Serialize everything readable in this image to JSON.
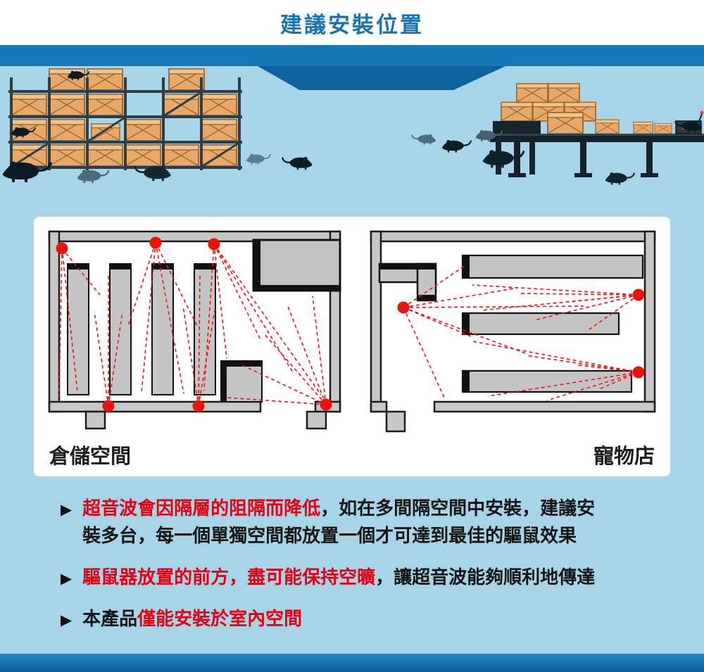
{
  "header": {
    "title": "建議安裝位置"
  },
  "floorplans": {
    "left_label": "倉儲空間",
    "right_label": "寵物店"
  },
  "bullets": [
    {
      "marker": "▶",
      "segments": [
        {
          "text": "超音波會因隔層的阻隔而降低",
          "tone": "red"
        },
        {
          "text": "，如在多間隔空間中安裝，建議安",
          "tone": "black"
        },
        {
          "text": "裝多台，每一個單獨空間都放置一個才可達到最佳的驅鼠效果",
          "tone": "black"
        }
      ]
    },
    {
      "marker": "▶",
      "segments": [
        {
          "text": "驅鼠器放置的前方，盡可能保持空曠",
          "tone": "red"
        },
        {
          "text": "，讓超音波能夠順利地傳達",
          "tone": "black"
        }
      ]
    },
    {
      "marker": "▶",
      "segments": [
        {
          "text": "本產品",
          "tone": "black"
        },
        {
          "text": "僅能安裝於室內空間",
          "tone": "red"
        }
      ]
    }
  ],
  "colors": {
    "title_blue": "#1573b6",
    "band_blue": "#1778b7",
    "band_trapezoid": "#0e639f",
    "background_blue": "#a7d5e7",
    "footer_gradient_top": "#2489c5",
    "footer_gradient_bottom": "#0b5c9b",
    "accent_red": "#e60012",
    "text_dark": "#151515",
    "wall_gray": "#c7c7c7",
    "crate_tan": "#e7a86b"
  },
  "icons": {
    "bullet_marker": "▶",
    "rat": "rat-silhouette",
    "crate": "wooden-crate",
    "repeller": "red-dot-with-dashed-ultrasonic-rays"
  }
}
